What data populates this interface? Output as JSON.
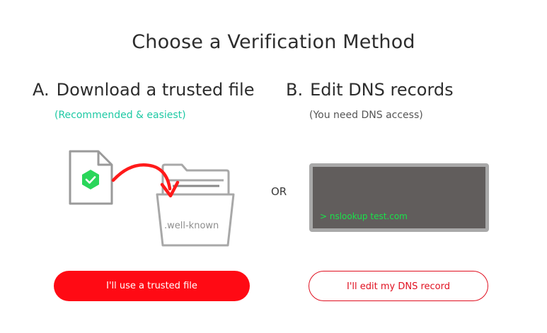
{
  "page": {
    "title": "Choose a Verification Method"
  },
  "option_a": {
    "letter": "A.",
    "heading": "Download a trusted file",
    "note": "(Recommended & easiest)",
    "folder_label": ".well-known",
    "button_label": "I'll use a trusted file",
    "icons": [
      "file-icon",
      "shield-check-icon",
      "arrow-icon",
      "folder-icon"
    ]
  },
  "divider": {
    "label": "OR"
  },
  "option_b": {
    "letter": "B.",
    "heading": "Edit DNS records",
    "note": "(You need DNS access)",
    "terminal_text": "> nslookup test.com",
    "button_label": "I'll edit my DNS record"
  },
  "colors": {
    "primary_red": "#ff0a14",
    "accent_green": "#1ec9a4",
    "shield_green": "#2ad65a",
    "terminal_bg": "#615d5c",
    "terminal_text": "#19e34a"
  }
}
